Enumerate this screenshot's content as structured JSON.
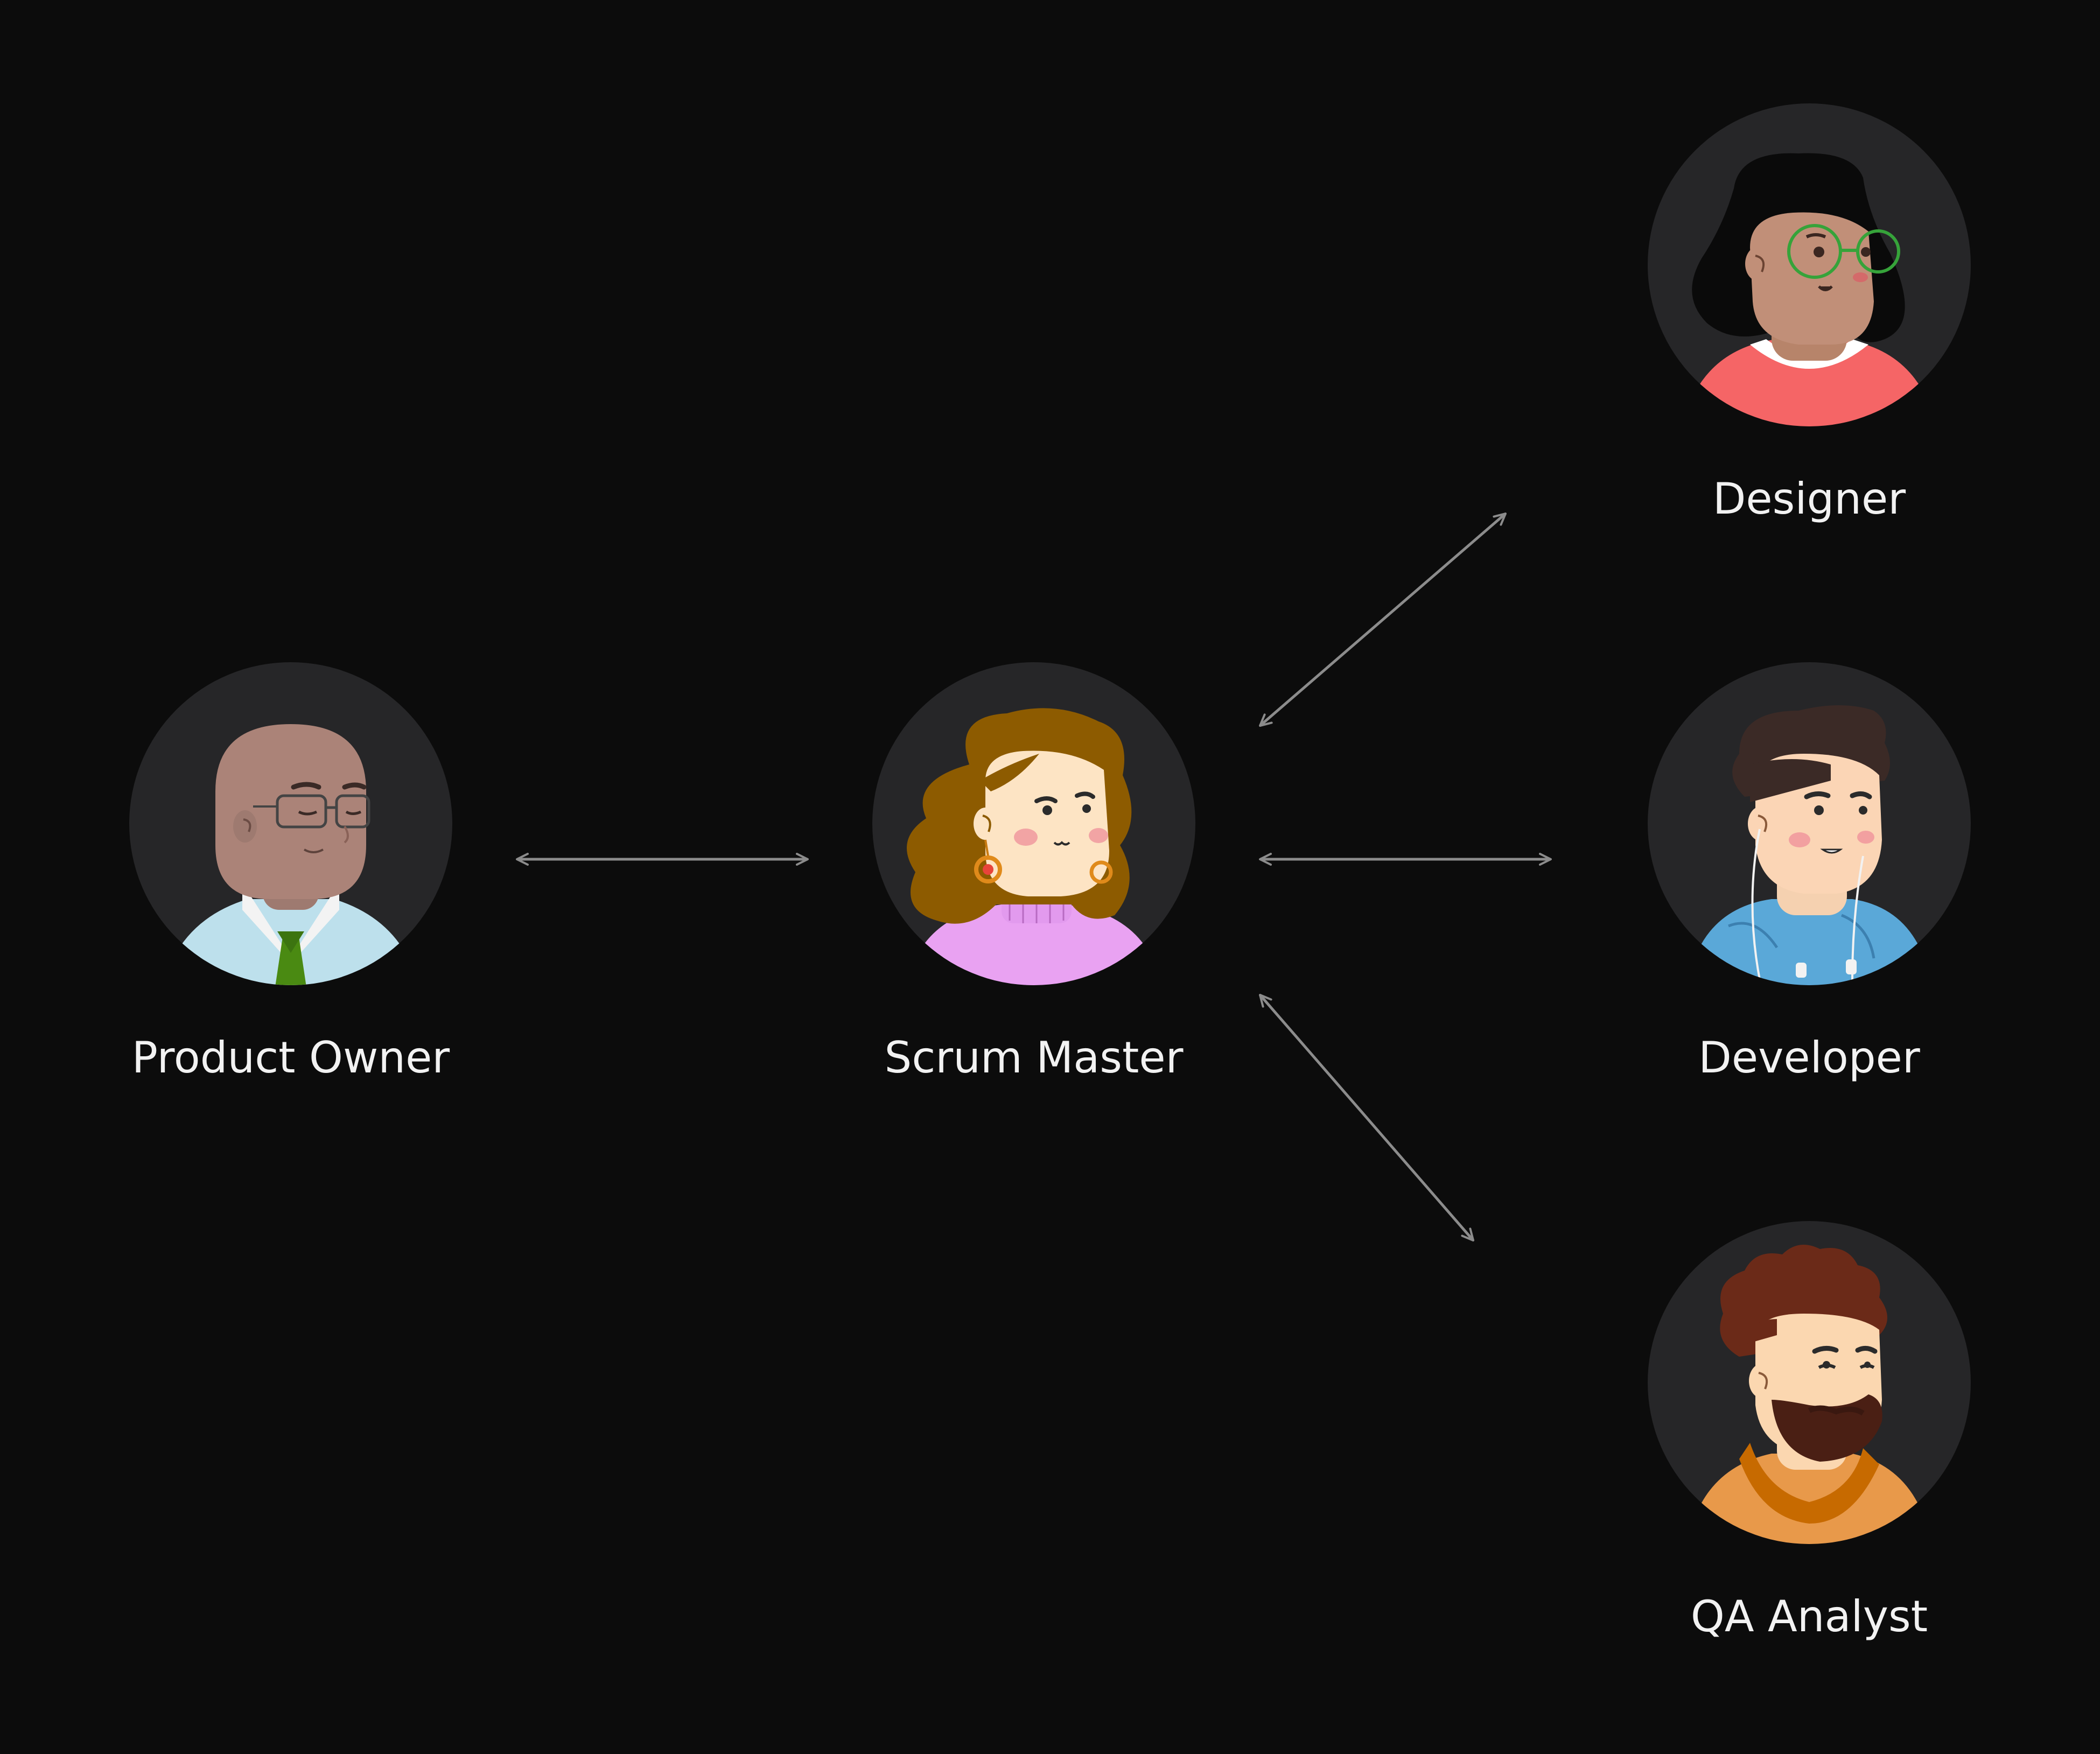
{
  "colors": {
    "background": "#0c0c0c",
    "avatar_bg": "#262628",
    "connector": "#8c8c8c",
    "label": "#f2f2f2"
  },
  "nodes": [
    {
      "id": "product-owner",
      "label": "Product Owner",
      "icon": "product-owner-avatar-icon"
    },
    {
      "id": "scrum-master",
      "label": "Scrum Master",
      "icon": "scrum-master-avatar-icon"
    },
    {
      "id": "designer",
      "label": "Designer",
      "icon": "designer-avatar-icon"
    },
    {
      "id": "developer",
      "label": "Developer",
      "icon": "developer-avatar-icon"
    },
    {
      "id": "qa-analyst",
      "label": "QA Analyst",
      "icon": "qa-analyst-avatar-icon"
    }
  ],
  "edges": [
    {
      "from": "product-owner",
      "to": "scrum-master",
      "type": "bidirectional"
    },
    {
      "from": "scrum-master",
      "to": "designer",
      "type": "bidirectional"
    },
    {
      "from": "scrum-master",
      "to": "developer",
      "type": "bidirectional"
    },
    {
      "from": "scrum-master",
      "to": "qa-analyst",
      "type": "bidirectional"
    }
  ]
}
